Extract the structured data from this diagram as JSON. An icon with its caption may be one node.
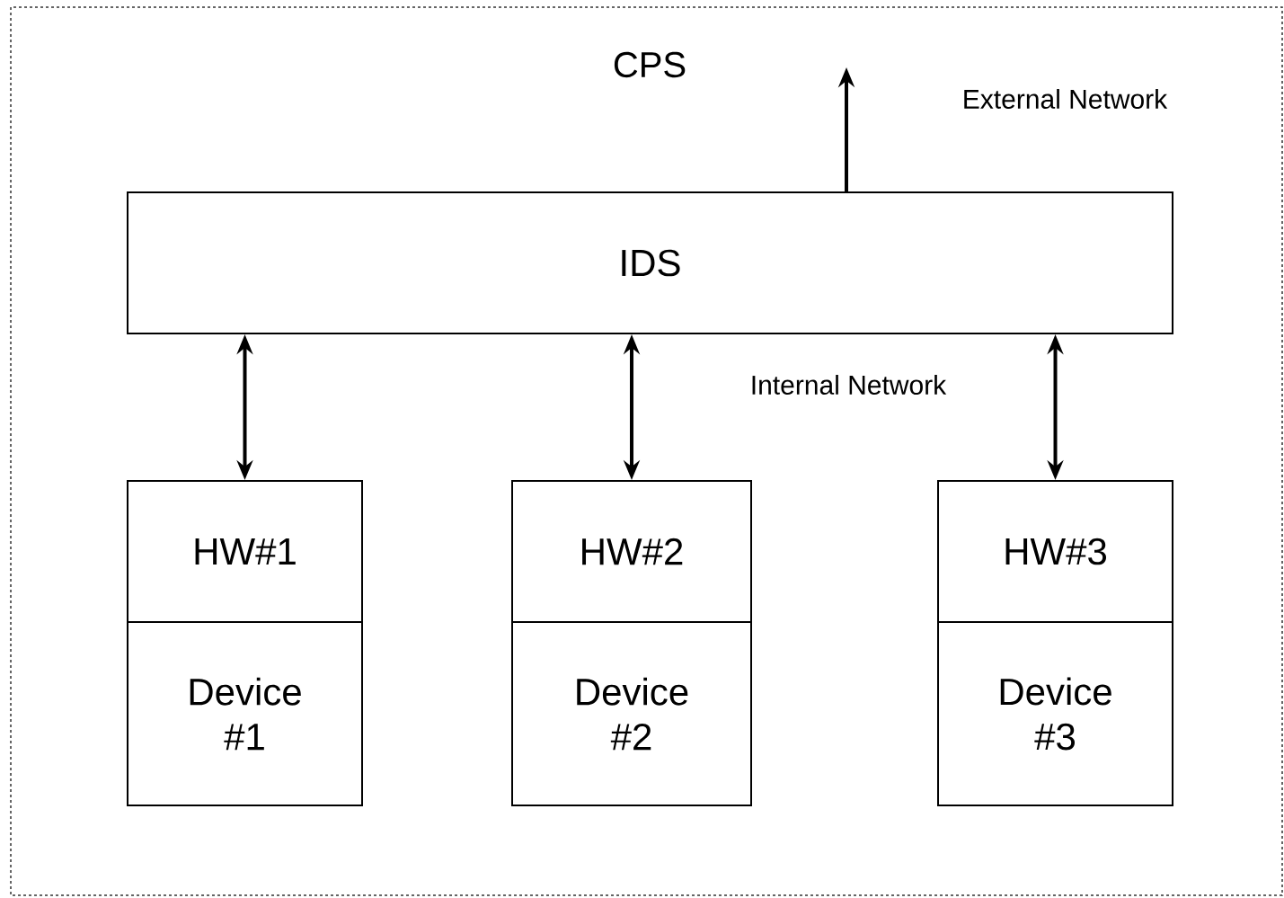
{
  "diagram": {
    "nodes": [
      {
        "text": [
          "CPS"
        ]
      },
      {
        "text": [
          "IDS"
        ],
        "in": 0
      },
      {
        "text": [
          "HW#1"
        ],
        "in": 0
      },
      {
        "text": [
          "Device #1"
        ],
        "in": 0
      },
      {
        "text": [
          "HW#2"
        ],
        "in": 0
      },
      {
        "text": [
          "Device #2"
        ],
        "in": 0
      },
      {
        "text": [
          "HW#3"
        ],
        "in": 0
      },
      {
        "text": [
          "Device #3"
        ],
        "in": 0
      }
    ],
    "edges": [
      {
        "from": 1,
        "to": null,
        "arrow": "to",
        "label": "External Network"
      },
      {
        "from": 1,
        "to": 2,
        "arrow": "both"
      },
      {
        "from": 1,
        "to": 4,
        "arrow": "both"
      },
      {
        "from": 1,
        "to": 6,
        "arrow": "both"
      }
    ],
    "labels": [
      "Internal Network"
    ]
  }
}
